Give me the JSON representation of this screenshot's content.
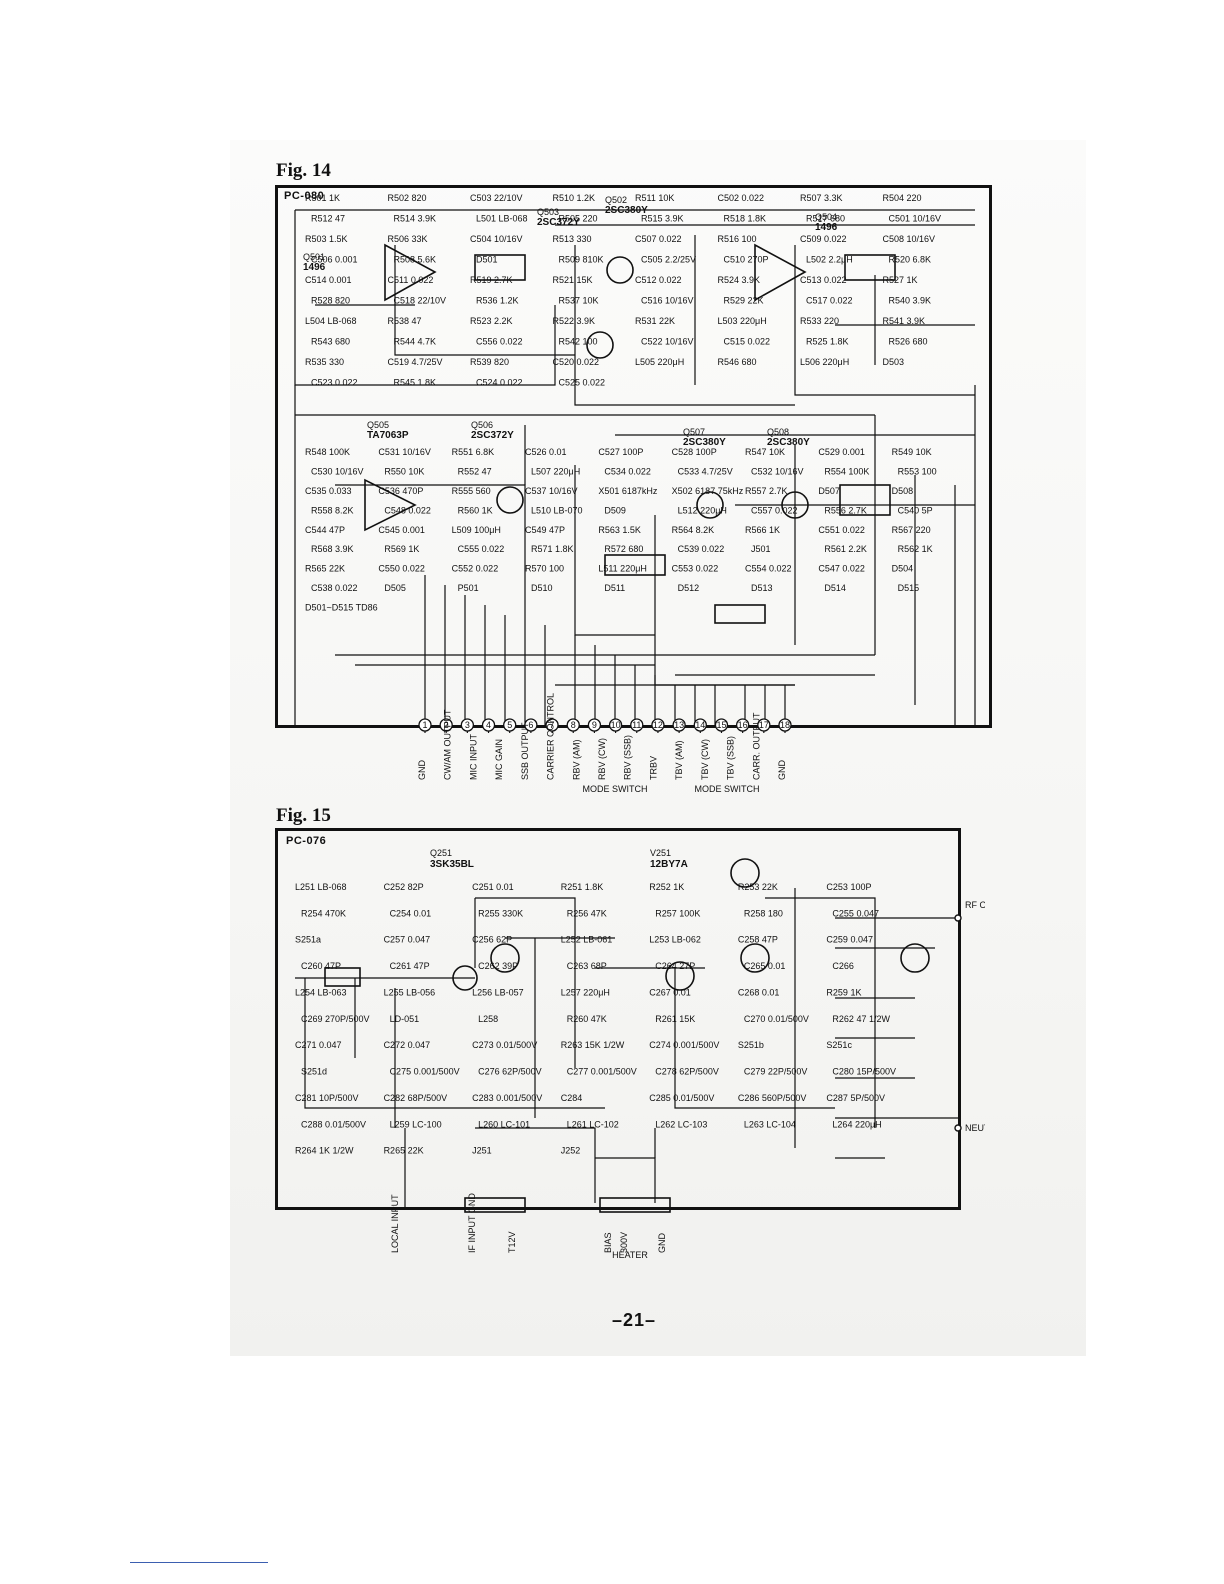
{
  "fig14": {
    "label": "Fig. 14",
    "board": "PC-080",
    "transistors": [
      {
        "ref": "Q501",
        "type": "1496"
      },
      {
        "ref": "Q502",
        "type": "2SC380Y"
      },
      {
        "ref": "Q503",
        "type": "2SC372Y"
      },
      {
        "ref": "Q504",
        "type": "1496"
      },
      {
        "ref": "Q505",
        "type": "TA7063P"
      },
      {
        "ref": "Q506",
        "type": "2SC372Y"
      },
      {
        "ref": "Q507",
        "type": "2SC380Y"
      },
      {
        "ref": "Q508",
        "type": "2SC380Y"
      }
    ],
    "parts": [
      "R501 1K",
      "R502 820",
      "C503 22/10V",
      "R510 1.2K",
      "R511 10K",
      "C502 0.022",
      "R507 3.3K",
      "R504 220",
      "R512 47",
      "R514 3.9K",
      "L501 LB-068",
      "R505 220",
      "R515 3.9K",
      "R518 1.8K",
      "R517 680",
      "C501 10/16V",
      "R503 1.5K",
      "R506 33K",
      "C504 10/16V",
      "R513 330",
      "C507 0.022",
      "R516 100",
      "C509 0.022",
      "C508 10/16V",
      "C506 0.001",
      "R508 5.6K",
      "D501",
      "R509 810K",
      "C505 2.2/25V",
      "C510 270P",
      "L502 2.2μH",
      "R520 6.8K",
      "C514 0.001",
      "C511 0.022",
      "R519 2.7K",
      "R521 15K",
      "C512 0.022",
      "R524 3.9K",
      "C513 0.022",
      "R527 1K",
      "R528 820",
      "C518 22/10V",
      "R536 1.2K",
      "R537 10K",
      "C516 10/16V",
      "R529 22K",
      "C517 0.022",
      "R540 3.9K",
      "L504 LB-068",
      "R538 47",
      "R523 2.2K",
      "R522 3.9K",
      "R531 22K",
      "L503 220μH",
      "R533 220",
      "R541 3.9K",
      "R543 680",
      "R544 4.7K",
      "C556 0.022",
      "R542 100",
      "C522 10/16V",
      "C515 0.022",
      "R525 1.8K",
      "R526 680",
      "R535 330",
      "C519 4.7/25V",
      "R539 820",
      "C520 0.022",
      "L505 220μH",
      "R546 680",
      "L506 220μH",
      "D503",
      "C523 0.022",
      "R545 1.8K",
      "C524 0.022",
      "C525 0.022"
    ],
    "parts2": [
      "R548 100K",
      "C531 10/16V",
      "R551 6.8K",
      "C526 0.01",
      "C527 100P",
      "C528 100P",
      "R547 10K",
      "C529 0.001",
      "R549 10K",
      "C530 10/16V",
      "R550 10K",
      "R552 47",
      "L507 220μH",
      "C534 0.022",
      "C533 4.7/25V",
      "C532 10/16V",
      "R554 100K",
      "R553 100",
      "C535 0.033",
      "C536 470P",
      "R555 560",
      "C537 10/16V",
      "X501 6187kHz",
      "X502 6187.75kHz",
      "R557 2.7K",
      "D507",
      "D508",
      "R558 8.2K",
      "C548 0.022",
      "R560 1K",
      "L510 LB-070",
      "D509",
      "L512 220μH",
      "C557 0.022",
      "R556 2.7K",
      "C540 5P",
      "C544 47P",
      "C545 0.001",
      "L509 100μH",
      "C549 47P",
      "R563 1.5K",
      "R564 8.2K",
      "R566 1K",
      "C551 0.022",
      "R567 220",
      "R568 3.9K",
      "R569 1K",
      "C555 0.022",
      "R571 1.8K",
      "R572 680",
      "C539 0.022",
      "J501",
      "R561 2.2K",
      "R562 1K",
      "R565 22K",
      "C550 0.022",
      "C552 0.022",
      "R570 100",
      "L511 220μH",
      "C553 0.022",
      "C554 0.022",
      "C547 0.022",
      "D504",
      "C538 0.022",
      "D505",
      "P501",
      "D510",
      "D511",
      "D512",
      "D513",
      "D514",
      "D515",
      "D501~D515 TD86"
    ],
    "terminals": [
      "1",
      "2",
      "3",
      "4",
      "5",
      "6",
      "7",
      "8",
      "9",
      "10",
      "11",
      "12",
      "13",
      "14",
      "15",
      "16",
      "17",
      "18"
    ],
    "terminal_labels": [
      "GND",
      "CW/AM OUTPUT",
      "MIC INPUT",
      "MIC GAIN",
      "SSB OUTPUT",
      "CARRIER CONTROL",
      "RBV (AM)",
      "RBV (CW)",
      "RBV (SSB)",
      "TRBV",
      "TBV (AM)",
      "TBV (CW)",
      "TBV (SSB)",
      "CARR. OUTPUT",
      "GND"
    ],
    "mode_switch_1": "MODE SWITCH",
    "mode_switch_2": "MODE SWITCH"
  },
  "fig15": {
    "label": "Fig. 15",
    "board": "PC-076",
    "devices": [
      {
        "ref": "Q251",
        "type": "3SK35BL"
      },
      {
        "ref": "V251",
        "type": "12BY7A"
      }
    ],
    "parts": [
      "L251 LB-068",
      "C252 82P",
      "C251 0.01",
      "R251 1.8K",
      "R252 1K",
      "R253 22K",
      "C253 100P",
      "R254 470K",
      "C254 0.01",
      "R255 330K",
      "R256 47K",
      "R257 100K",
      "R258 180",
      "C255 0.047",
      "S251a",
      "C257 0.047",
      "C256 62P",
      "L252 LB-061",
      "L253 LB-062",
      "C258 47P",
      "C259 0.047",
      "C260 47P",
      "C261 47P",
      "C262 39P",
      "C263 68P",
      "C264 27P",
      "C265 0.01",
      "C266",
      "L254 LB-063",
      "L255 LB-056",
      "L256 LB-057",
      "L257 220μH",
      "C267 0.01",
      "C268 0.01",
      "R259 1K",
      "C269 270P/500V",
      "LD-051",
      "L258",
      "R260 47K",
      "R261 15K",
      "C270 0.01/500V",
      "R262 47 1/2W",
      "C271 0.047",
      "C272 0.047",
      "C273 0.01/500V",
      "R263 15K 1/2W",
      "C274 0.001/500V",
      "S251b",
      "S251c",
      "S251d",
      "C275 0.001/500V",
      "C276 62P/500V",
      "C277 0.001/500V",
      "C278 62P/500V",
      "C279 22P/500V",
      "C280 15P/500V",
      "C281 10P/500V",
      "C282 68P/500V",
      "C283 0.001/500V",
      "C284",
      "C285 0.01/500V",
      "C286 560P/500V",
      "C287 5P/500V",
      "C288 0.01/500V",
      "L259 LC-100",
      "L260 LC-101",
      "L261 LC-102",
      "L262 LC-103",
      "L263 LC-104",
      "L264 220μH",
      "R264 1K 1/2W",
      "R265 22K",
      "J251",
      "J252"
    ],
    "outputs": [
      "RF OUTPUT",
      "NEUT."
    ],
    "bottom_labels": [
      "LOCAL INPUT",
      "IF INPUT GND",
      "T12V",
      "BIAS",
      "300V",
      "HEATER",
      "GND"
    ],
    "heater_label": "HEATER"
  },
  "page_number": "–21–"
}
